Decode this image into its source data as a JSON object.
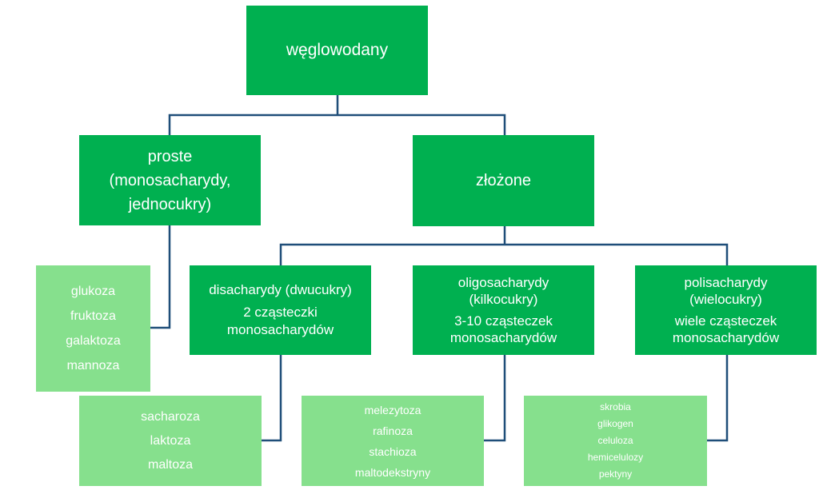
{
  "root": {
    "label": "węglowodany"
  },
  "simple": {
    "lines": [
      "proste",
      "(monosacharydy,",
      "jednocukry)"
    ]
  },
  "complex": {
    "label": "złożone"
  },
  "mono_examples": [
    "glukoza",
    "fruktoza",
    "galaktoza",
    "mannoza"
  ],
  "disaccharides": {
    "lines": [
      "disacharydy (dwucukry)",
      "2 cząsteczki",
      "monosacharydów"
    ],
    "examples": [
      "sacharoza",
      "laktoza",
      "maltoza"
    ]
  },
  "oligosaccharides": {
    "lines": [
      "oligosacharydy",
      "(kilkocukry)",
      "3-10 cząsteczek",
      "monosacharydów"
    ],
    "examples": [
      "melezytoza",
      "rafinoza",
      "stachioza",
      "maltodekstryny"
    ]
  },
  "polysaccharides": {
    "lines": [
      "polisacharydy",
      "(wielocukry)",
      "wiele cząsteczek",
      "monosacharydów"
    ],
    "examples": [
      "skrobia",
      "glikogen",
      "celuloza",
      "hemicelulozy",
      "pektyny"
    ]
  },
  "colors": {
    "dark_box": "#00b050",
    "light_box": "#86e08d",
    "connector": "#1f4e79",
    "text": "#ffffff"
  }
}
